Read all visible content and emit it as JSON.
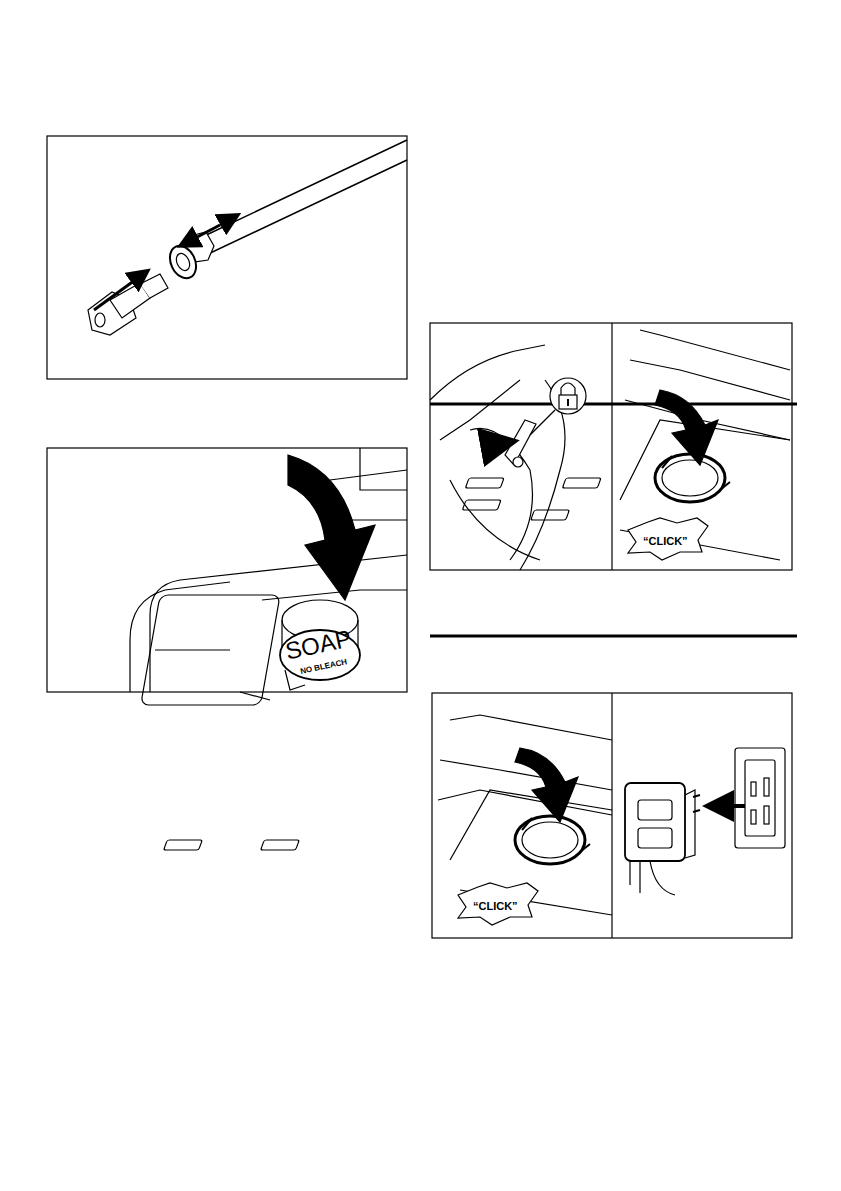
{
  "diagram": {
    "labels": [
      "SOAP",
      "NO BLEACH",
      "“CLICK”",
      "“CLICK”"
    ]
  }
}
